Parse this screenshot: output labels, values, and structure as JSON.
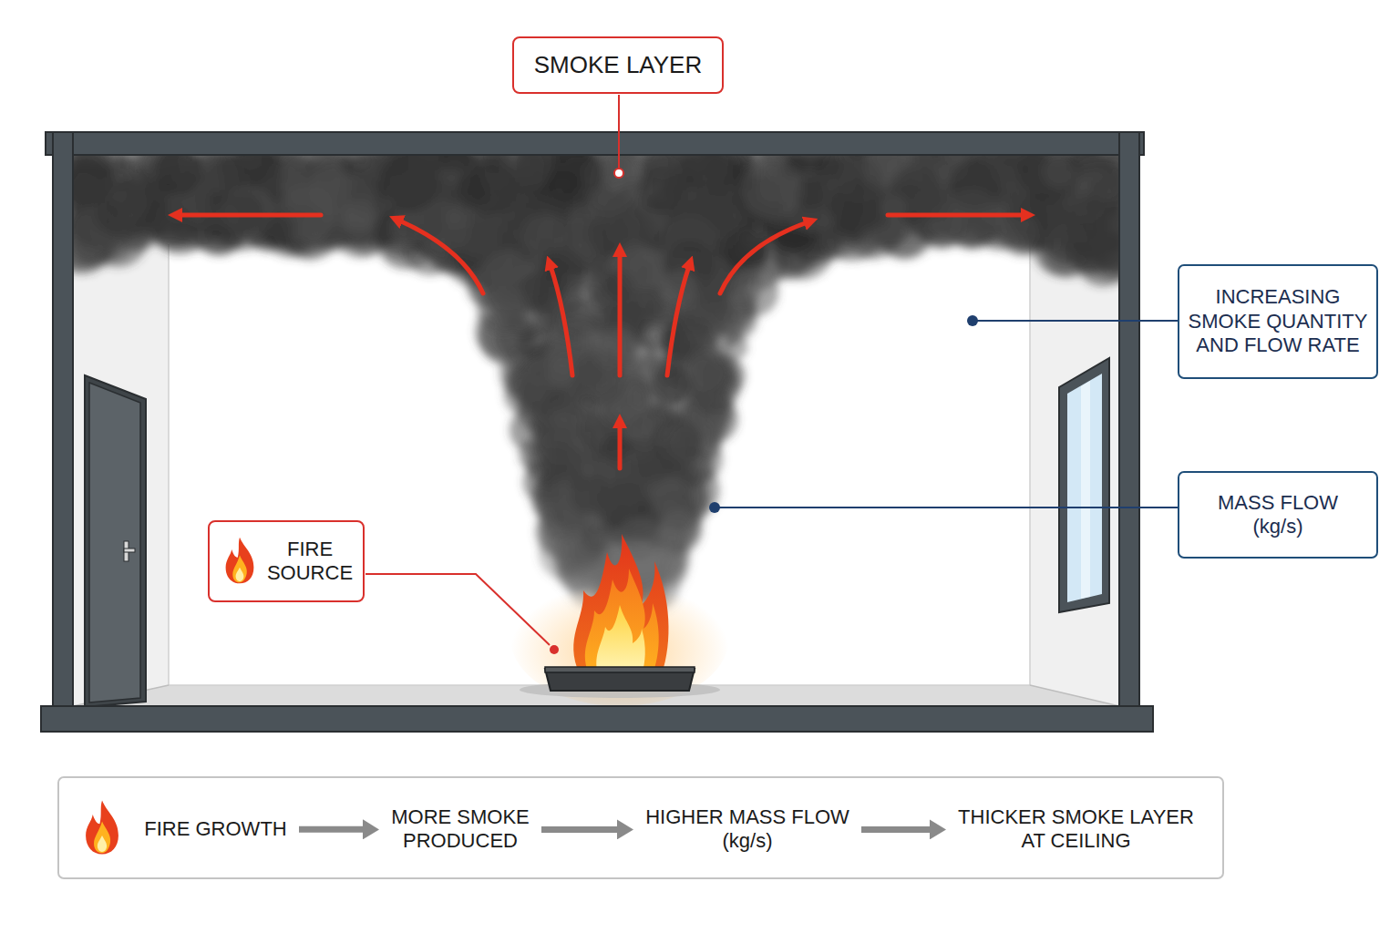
{
  "diagram": {
    "nodes": [
      {
        "text": [
          "SMOKE LAYER"
        ]
      },
      {
        "text": [
          "INCREASING SMOKE QUANTITY AND FLOW RATE"
        ]
      },
      {
        "text": [
          "MASS FLOW (kg/s)"
        ]
      },
      {
        "text": [
          "FIRE SOURCE"
        ]
      },
      {
        "text": [
          "FIRE GROWTH"
        ]
      },
      {
        "text": [
          "MORE SMOKE PRODUCED"
        ]
      },
      {
        "text": [
          "HIGHER MASS FLOW (kg/s)"
        ]
      },
      {
        "text": [
          "THICKER SMOKE LAYER AT CEILING"
        ]
      }
    ],
    "edges": [
      {
        "from": 4,
        "to": 5,
        "arrow": "to"
      },
      {
        "from": 5,
        "to": 6,
        "arrow": "to"
      },
      {
        "from": 6,
        "to": 7,
        "arrow": "to"
      }
    ]
  }
}
